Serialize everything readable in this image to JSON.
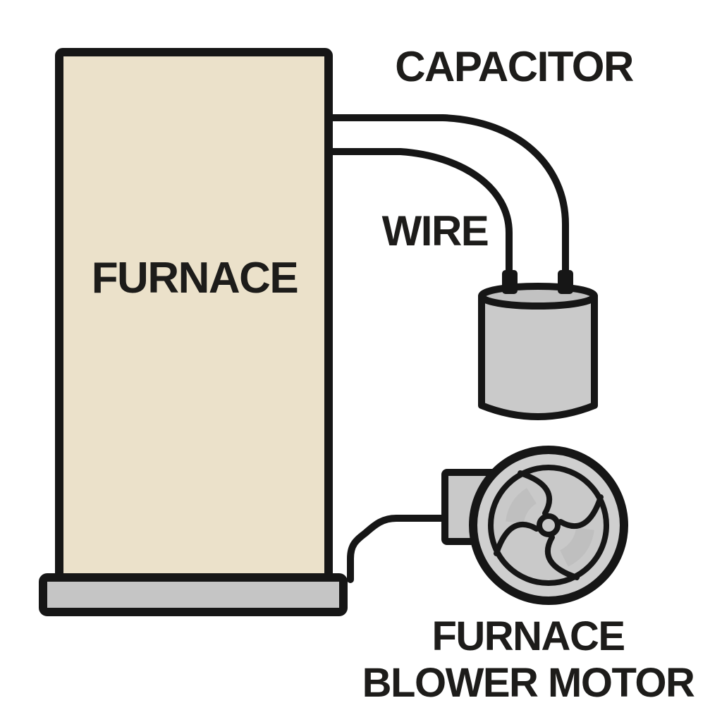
{
  "labels": {
    "capacitor": "CAPACITOR",
    "wire": "WIRE",
    "furnace": "FURNACE",
    "blower_line1": "FURNACE",
    "blower_line2": "BLOWER MOTOR"
  },
  "colors": {
    "background": "#ffffff",
    "ink": "#161616",
    "text": "#1d1c1a",
    "furnace_fill": "#ebe1ca",
    "base_fill": "#c5c5c5",
    "capacitor_body_fill": "#cacaca",
    "capacitor_top_fill": "#c2c2c2",
    "motor_outer_fill": "#cfcfcf",
    "motor_inner_fill": "#c9c9c9",
    "port_fill": "#c9c9c9",
    "shade": "#bdbdbd"
  }
}
